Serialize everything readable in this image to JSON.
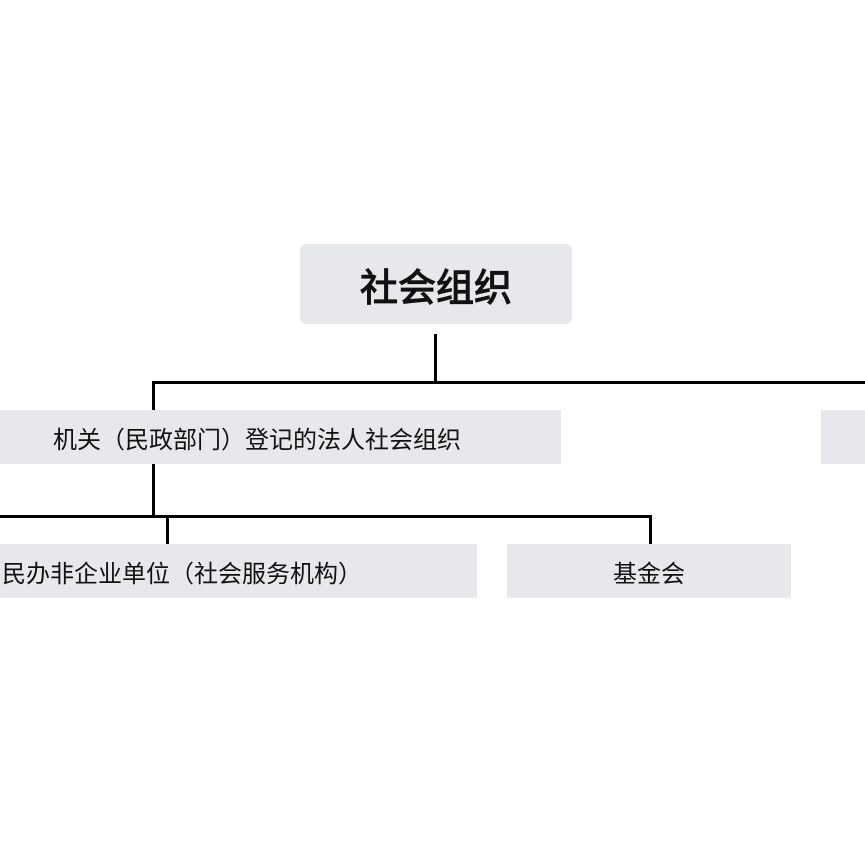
{
  "diagram": {
    "root": {
      "label": "社会组织"
    },
    "level1": [
      {
        "label": "机关（民政部门）登记的法人社会组织"
      },
      {
        "label": ""
      }
    ],
    "level2": [
      {
        "label": "民办非企业单位（社会服务机构）"
      },
      {
        "label": "基金会"
      }
    ]
  }
}
